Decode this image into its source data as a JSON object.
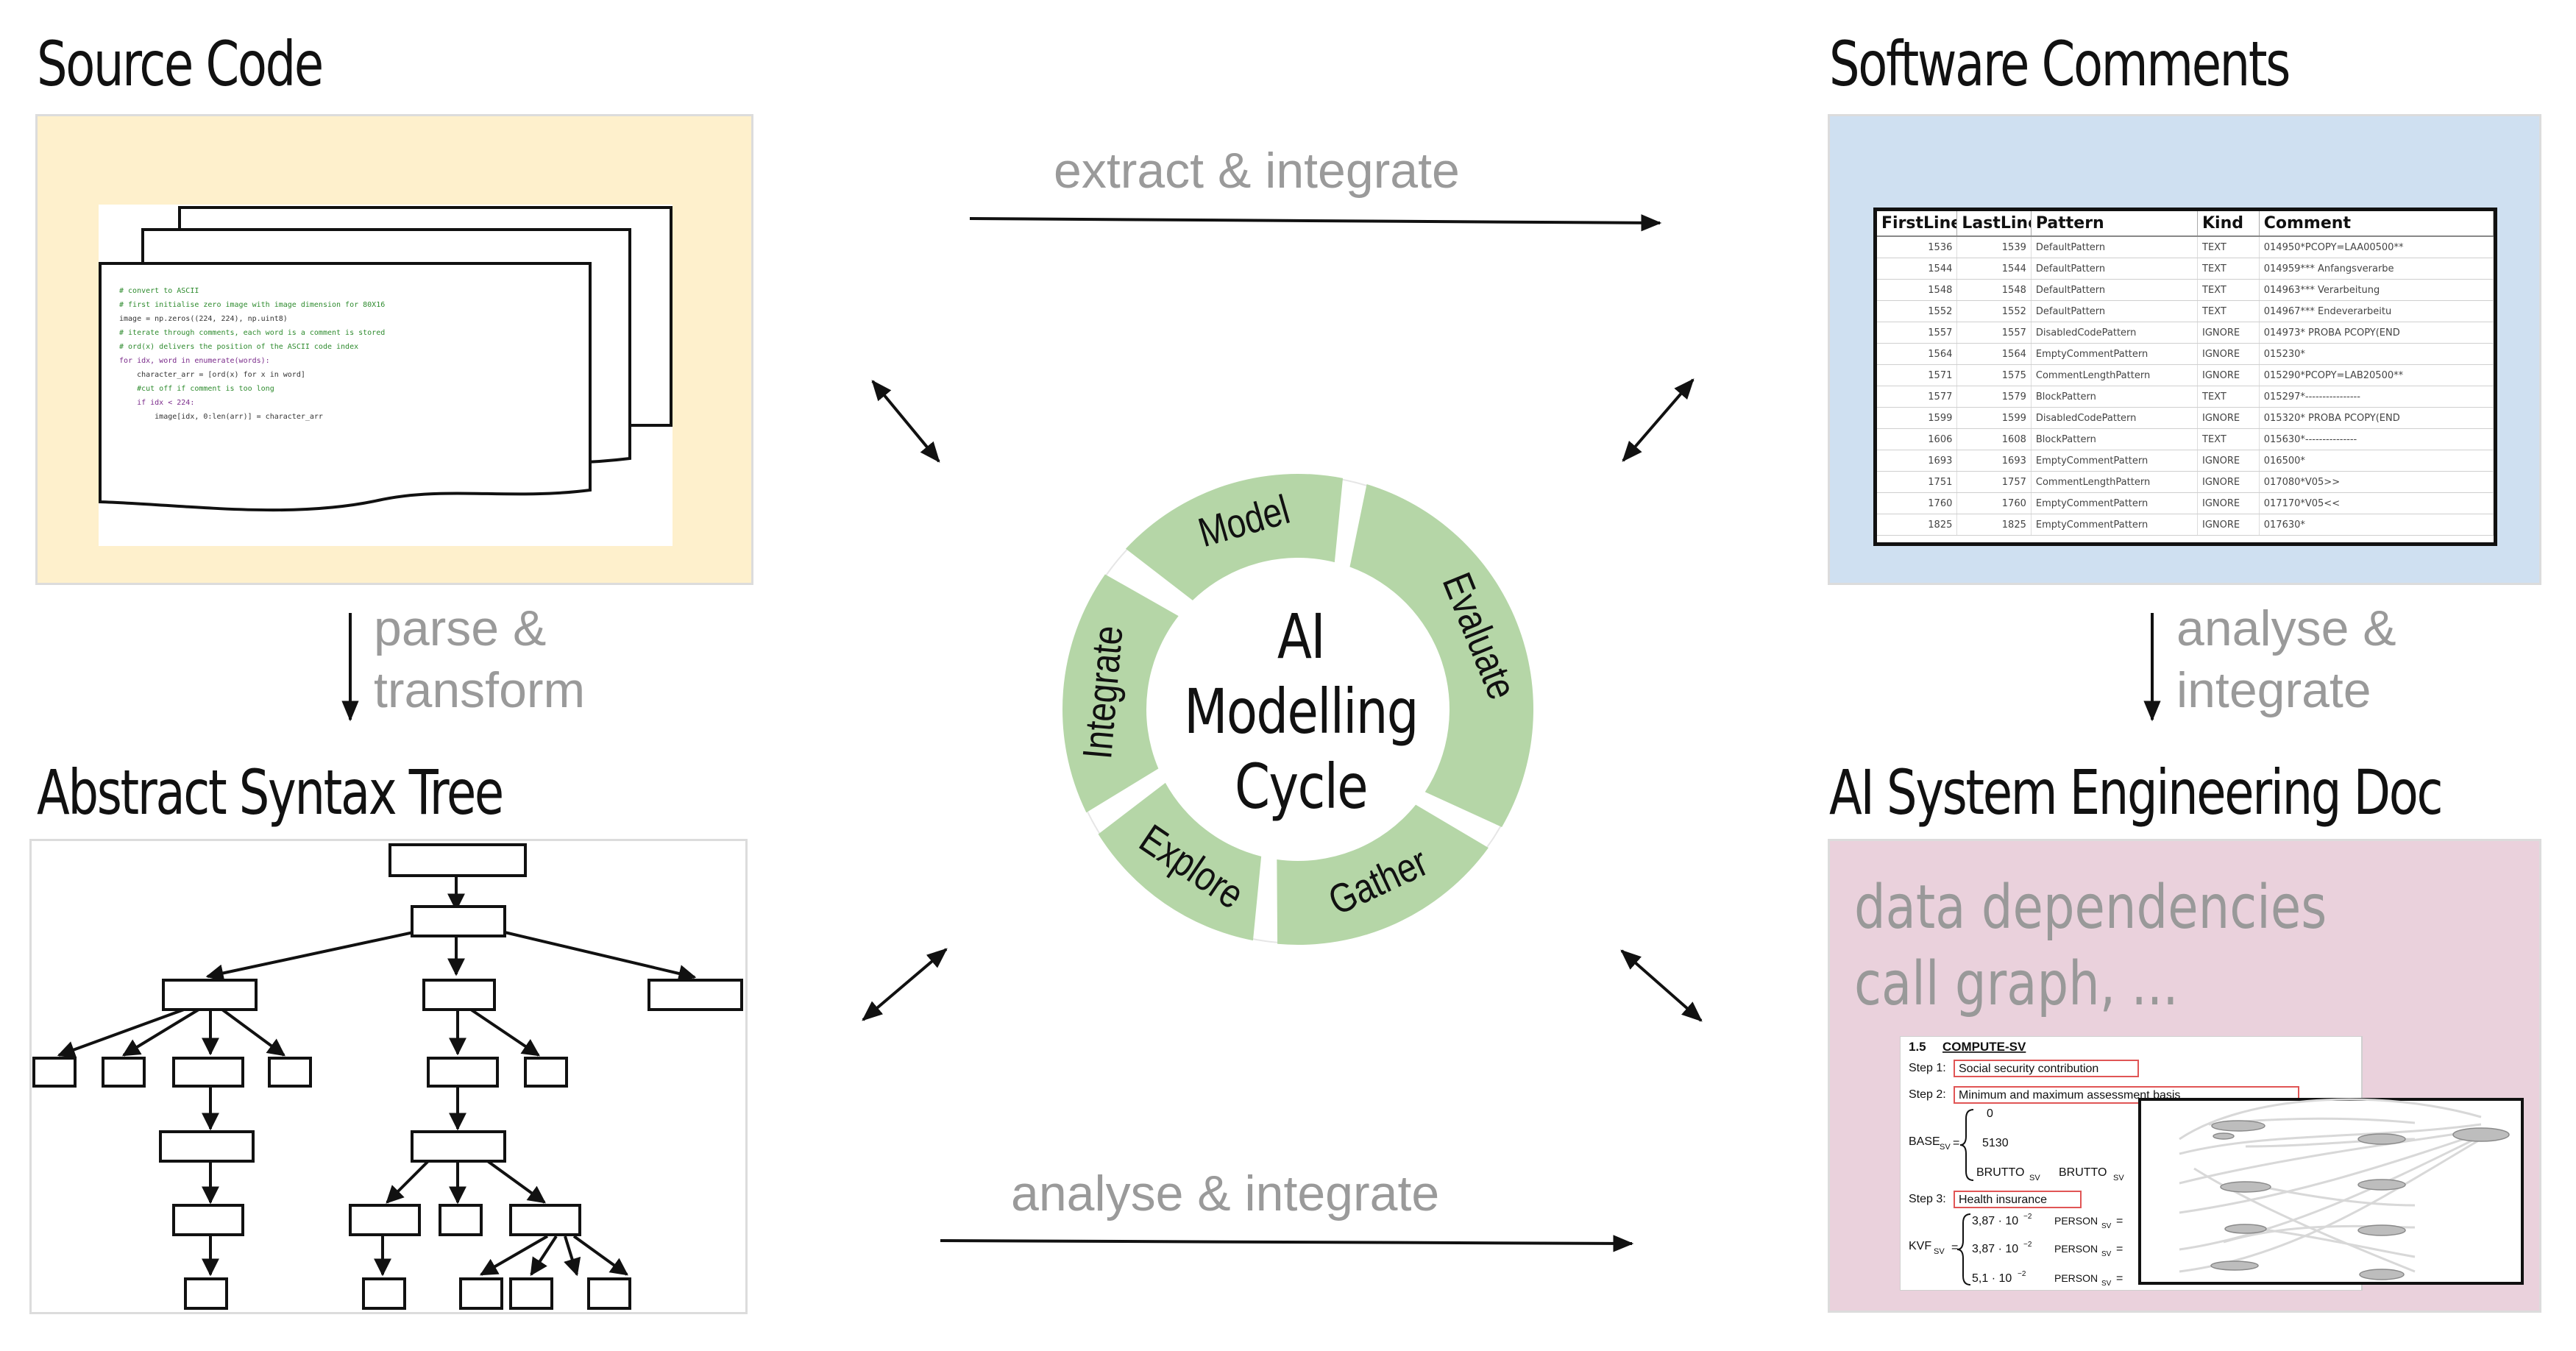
{
  "titles": {
    "source_code": "Source Code",
    "software_comments": "Software Comments",
    "ast": "Abstract Syntax Tree",
    "ai_doc": "AI System Engineering Doc"
  },
  "arrow_labels": {
    "top": "extract & integrate",
    "bottom": "analyse & integrate",
    "left_line1": "parse &",
    "left_line2": "transform",
    "right_line1": "analyse &",
    "right_line2": "integrate"
  },
  "cycle": {
    "center_line1": "AI",
    "center_line2": "Modelling",
    "center_line3": "Cycle",
    "segments": [
      "Model",
      "Evaluate",
      "Gather",
      "Explore",
      "Integrate"
    ],
    "color": "#b5d6a7"
  },
  "doc": {
    "line1": "data dependencies",
    "line2": "call graph, ...",
    "section_number": "1.5",
    "section_title": "COMPUTE-SV",
    "step1_label": "Step 1:",
    "step1_text": "Social security contribution",
    "step2_label": "Step 2:",
    "step2_text": "Minimum and maximum assessment basis",
    "step3_label": "Step 3:",
    "step3_text": "Health insurance",
    "base_label": "BASE",
    "base_sub": "SV",
    "base_val1": "0",
    "base_val2": "5130",
    "base_val3": "BRUTTO",
    "base_val3_sub": "SV",
    "base_val4": "BRUTTO",
    "base_val4_sub": "SV",
    "kvf_label": "KVF",
    "kvf_sub": "SV",
    "kvf_val1": "3,87 · 10",
    "kvf_val2": "3,87 · 10",
    "kvf_val3": "5,1 · 10",
    "kvf_exp": "−2",
    "person": "PERSON",
    "person_sub": "SV"
  },
  "code": {
    "lines": [
      "# convert to ASCII",
      "# first initialise zero image with image dimension for 80X16",
      "image = np.zeros((224, 224), np.uint8)",
      "",
      "# iterate through comments, each word is a comment is stored",
      "# ord(x) delivers the position of the ASCII code index",
      "for idx, word in enumerate(words):",
      "    character_arr = [ord(x) for x in word]",
      "    #cut off if comment is too long",
      "    if idx < 224:",
      "        image[idx, 0:len(arr)] = character_arr"
    ]
  },
  "comments_table": {
    "columns": [
      "FirstLine",
      "LastLine",
      "Pattern",
      "Kind",
      "Comment"
    ],
    "rows": [
      [
        "1536",
        "1539",
        "DefaultPattern",
        "TEXT",
        "014950*PCOPY=LAA00500**"
      ],
      [
        "1544",
        "1544",
        "DefaultPattern",
        "TEXT",
        "014959***   Anfangsverarbe"
      ],
      [
        "1548",
        "1548",
        "DefaultPattern",
        "TEXT",
        "014963***   Verarbeitung"
      ],
      [
        "1552",
        "1552",
        "DefaultPattern",
        "TEXT",
        "014967***   Endeverarbeitu"
      ],
      [
        "1557",
        "1557",
        "DisabledCodePattern",
        "IGNORE",
        "014973*  PROBA PCOPY(END"
      ],
      [
        "1564",
        "1564",
        "EmptyCommentPattern",
        "IGNORE",
        "015230*"
      ],
      [
        "1571",
        "1575",
        "CommentLengthPattern",
        "IGNORE",
        "015290*PCOPY=LAB20500**"
      ],
      [
        "1577",
        "1579",
        "BlockPattern",
        "TEXT",
        "015297*----------------"
      ],
      [
        "1599",
        "1599",
        "DisabledCodePattern",
        "IGNORE",
        "015320*  PROBA PCOPY(END"
      ],
      [
        "1606",
        "1608",
        "BlockPattern",
        "TEXT",
        "015630*---------------"
      ],
      [
        "1693",
        "1693",
        "EmptyCommentPattern",
        "IGNORE",
        "016500*"
      ],
      [
        "1751",
        "1757",
        "CommentLengthPattern",
        "IGNORE",
        "017080*V05>>"
      ],
      [
        "1760",
        "1760",
        "EmptyCommentPattern",
        "IGNORE",
        "017170*V05<<"
      ],
      [
        "1825",
        "1825",
        "EmptyCommentPattern",
        "IGNORE",
        "017630*"
      ]
    ]
  },
  "colors": {
    "source_bg": "#fef0cc",
    "comments_bg": "#cfe0f1",
    "doc_bg": "#ead1dc",
    "green": "#b5d6a7",
    "grey_text": "#9a9a9a"
  }
}
